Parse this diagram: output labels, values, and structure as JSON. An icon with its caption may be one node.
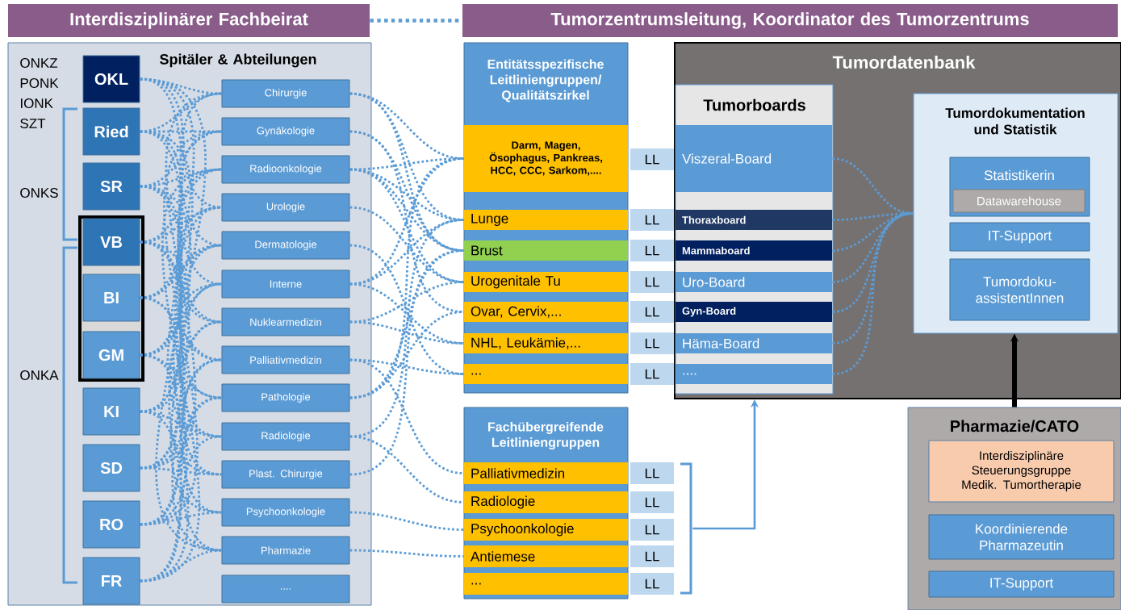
{
  "diagram": {
    "nodes": [
      {
        "text": [
          "Interdisziplinärer Fachbeirat"
        ]
      },
      {
        "text": [
          "Tumorzentrumsleitung, Koordinator des Tumorzentrums"
        ]
      },
      {
        "text": [
          "Spitäler & Abteilungen"
        ]
      },
      {
        "text": [
          "OKL"
        ],
        "in": 2
      },
      {
        "text": [
          "Ried"
        ],
        "in": 2
      },
      {
        "text": [
          "SR"
        ],
        "in": 2
      },
      {
        "text": [],
        "shape": "box",
        "in": 2
      },
      {
        "text": [
          "VB"
        ],
        "in": 6
      },
      {
        "text": [
          "BI"
        ],
        "in": 6
      },
      {
        "text": [
          "GM"
        ],
        "in": 6
      },
      {
        "text": [
          "KI"
        ],
        "in": 2
      },
      {
        "text": [
          "SD"
        ],
        "in": 2
      },
      {
        "text": [
          "RO"
        ],
        "in": 2
      },
      {
        "text": [
          "FR"
        ],
        "in": 2
      },
      {
        "text": [
          "Chirurgie"
        ],
        "in": 2
      },
      {
        "text": [
          "Gynäkologie"
        ],
        "in": 2
      },
      {
        "text": [
          "Radioonkologie"
        ],
        "in": 2
      },
      {
        "text": [
          "Urologie"
        ],
        "in": 2
      },
      {
        "text": [
          "Dermatologie"
        ],
        "in": 2
      },
      {
        "text": [
          "Interne"
        ],
        "in": 2
      },
      {
        "text": [
          "Nuklearmedizin"
        ],
        "in": 2
      },
      {
        "text": [
          "Palliativmedizin"
        ],
        "in": 2
      },
      {
        "text": [
          "Pathologie"
        ],
        "in": 2
      },
      {
        "text": [
          "Radiologie"
        ],
        "in": 2
      },
      {
        "text": [
          "Plast. Chirurgie"
        ],
        "in": 2
      },
      {
        "text": [
          "Psychoonkologie"
        ],
        "in": 2
      },
      {
        "text": [
          "Pharmazie"
        ],
        "in": 2
      },
      {
        "text": [
          "...."
        ],
        "in": 2
      },
      {
        "text": [
          "Entitätsspezifische Leitliniengruppen/ Qualitätszirkel"
        ]
      },
      {
        "text": [
          "Darm, Magen, Ösophagus, Pankreas, HCC, CCC, Sarkom,...."
        ],
        "in": 28
      },
      {
        "text": [
          "Lunge"
        ],
        "in": 28
      },
      {
        "text": [
          "Brust"
        ],
        "in": 28
      },
      {
        "text": [
          "Urogenitale Tu"
        ],
        "in": 28
      },
      {
        "text": [
          "Ovar, Cervix,..."
        ],
        "in": 28
      },
      {
        "text": [
          "NHL, Leukämie,..."
        ],
        "in": 28
      },
      {
        "text": [
          "..."
        ],
        "in": 28
      },
      {
        "text": [
          "LL"
        ]
      },
      {
        "text": [
          "LL"
        ]
      },
      {
        "text": [
          "LL"
        ]
      },
      {
        "text": [
          "LL"
        ]
      },
      {
        "text": [
          "LL"
        ]
      },
      {
        "text": [
          "LL"
        ]
      },
      {
        "text": [
          "LL"
        ]
      },
      {
        "text": [
          "Tumordatenbank"
        ]
      },
      {
        "text": [
          "Tumorboards"
        ],
        "in": 43
      },
      {
        "text": [
          "Viszeral-Board"
        ],
        "in": 44
      },
      {
        "text": [
          "Thoraxboard"
        ],
        "in": 44
      },
      {
        "text": [
          "Mammaboard"
        ],
        "in": 44
      },
      {
        "text": [
          "Uro-Board"
        ],
        "in": 44
      },
      {
        "text": [
          "Gyn-Board"
        ],
        "in": 44
      },
      {
        "text": [
          "Häma-Board"
        ],
        "in": 44
      },
      {
        "text": [
          "...."
        ],
        "in": 44
      },
      {
        "text": [
          "Tumordokumentation und Statistik"
        ],
        "in": 43
      },
      {
        "text": [
          "Statistikerin"
        ],
        "in": 52
      },
      {
        "text": [
          "Datawarehouse"
        ],
        "in": 53
      },
      {
        "text": [
          "IT-Support"
        ],
        "in": 52
      },
      {
        "text": [
          "Tumordoku- assistentInnen"
        ],
        "in": 52
      },
      {
        "text": [
          "Fachübergreifende Leitliniengruppen"
        ]
      },
      {
        "text": [
          "Palliativmedizin"
        ],
        "in": 57
      },
      {
        "text": [
          "Radiologie"
        ],
        "in": 57
      },
      {
        "text": [
          "Psychoonkologie"
        ],
        "in": 57
      },
      {
        "text": [
          "Antiemese"
        ],
        "in": 57
      },
      {
        "text": [
          "..."
        ],
        "in": 57
      },
      {
        "text": [
          "LL"
        ]
      },
      {
        "text": [
          "LL"
        ]
      },
      {
        "text": [
          "LL"
        ]
      },
      {
        "text": [
          "LL"
        ]
      },
      {
        "text": [
          "LL"
        ]
      },
      {
        "text": [],
        "shape": "bracket"
      },
      {
        "text": [
          "Pharmazie/CATO"
        ]
      },
      {
        "text": [
          "Interdisziplinäre Steuerungsgruppe Medik. Tumortherapie"
        ],
        "in": 69
      },
      {
        "text": [
          "Koordinierende Pharmazeutin"
        ],
        "in": 69
      },
      {
        "text": [
          "IT-Support"
        ],
        "in": 69
      }
    ],
    "edges": [
      {
        "from": 0,
        "to": 1,
        "arrow": "none",
        "style": "dashed"
      },
      {
        "from": 3,
        "to": 14,
        "arrow": "none",
        "style": "dashed"
      },
      {
        "from": 3,
        "to": 17,
        "arrow": "none",
        "style": "dashed"
      },
      {
        "from": 3,
        "to": 20,
        "arrow": "none",
        "style": "dashed"
      },
      {
        "from": 3,
        "to": 23,
        "arrow": "none",
        "style": "dashed"
      },
      {
        "from": 3,
        "to": 26,
        "arrow": "none",
        "style": "dashed"
      },
      {
        "from": 4,
        "to": 14,
        "arrow": "none",
        "style": "dashed"
      },
      {
        "from": 4,
        "to": 15,
        "arrow": "none",
        "style": "dashed"
      },
      {
        "from": 4,
        "to": 18,
        "arrow": "none",
        "style": "dashed"
      },
      {
        "from": 4,
        "to": 21,
        "arrow": "none",
        "style": "dashed"
      },
      {
        "from": 4,
        "to": 24,
        "arrow": "none",
        "style": "dashed"
      },
      {
        "from": 5,
        "to": 15,
        "arrow": "none",
        "style": "dashed"
      },
      {
        "from": 5,
        "to": 16,
        "arrow": "none",
        "style": "dashed"
      },
      {
        "from": 5,
        "to": 19,
        "arrow": "none",
        "style": "dashed"
      },
      {
        "from": 5,
        "to": 22,
        "arrow": "none",
        "style": "dashed"
      },
      {
        "from": 5,
        "to": 25,
        "arrow": "none",
        "style": "dashed"
      },
      {
        "from": 7,
        "to": 16,
        "arrow": "none",
        "style": "dashed"
      },
      {
        "from": 7,
        "to": 17,
        "arrow": "none",
        "style": "dashed"
      },
      {
        "from": 7,
        "to": 20,
        "arrow": "none",
        "style": "dashed"
      },
      {
        "from": 7,
        "to": 23,
        "arrow": "none",
        "style": "dashed"
      },
      {
        "from": 7,
        "to": 26,
        "arrow": "none",
        "style": "dashed"
      },
      {
        "from": 8,
        "to": 14,
        "arrow": "none",
        "style": "dashed"
      },
      {
        "from": 8,
        "to": 17,
        "arrow": "none",
        "style": "dashed"
      },
      {
        "from": 8,
        "to": 18,
        "arrow": "none",
        "style": "dashed"
      },
      {
        "from": 8,
        "to": 21,
        "arrow": "none",
        "style": "dashed"
      },
      {
        "from": 8,
        "to": 24,
        "arrow": "none",
        "style": "dashed"
      },
      {
        "from": 9,
        "to": 15,
        "arrow": "none",
        "style": "dashed"
      },
      {
        "from": 9,
        "to": 18,
        "arrow": "none",
        "style": "dashed"
      },
      {
        "from": 9,
        "to": 19,
        "arrow": "none",
        "style": "dashed"
      },
      {
        "from": 9,
        "to": 22,
        "arrow": "none",
        "style": "dashed"
      },
      {
        "from": 9,
        "to": 25,
        "arrow": "none",
        "style": "dashed"
      },
      {
        "from": 10,
        "to": 16,
        "arrow": "none",
        "style": "dashed"
      },
      {
        "from": 10,
        "to": 19,
        "arrow": "none",
        "style": "dashed"
      },
      {
        "from": 10,
        "to": 20,
        "arrow": "none",
        "style": "dashed"
      },
      {
        "from": 10,
        "to": 23,
        "arrow": "none",
        "style": "dashed"
      },
      {
        "from": 10,
        "to": 26,
        "arrow": "none",
        "style": "dashed"
      },
      {
        "from": 11,
        "to": 14,
        "arrow": "none",
        "style": "dashed"
      },
      {
        "from": 11,
        "to": 17,
        "arrow": "none",
        "style": "dashed"
      },
      {
        "from": 11,
        "to": 20,
        "arrow": "none",
        "style": "dashed"
      },
      {
        "from": 11,
        "to": 21,
        "arrow": "none",
        "style": "dashed"
      },
      {
        "from": 11,
        "to": 24,
        "arrow": "none",
        "style": "dashed"
      },
      {
        "from": 12,
        "to": 15,
        "arrow": "none",
        "style": "dashed"
      },
      {
        "from": 12,
        "to": 18,
        "arrow": "none",
        "style": "dashed"
      },
      {
        "from": 12,
        "to": 21,
        "arrow": "none",
        "style": "dashed"
      },
      {
        "from": 12,
        "to": 22,
        "arrow": "none",
        "style": "dashed"
      },
      {
        "from": 12,
        "to": 25,
        "arrow": "none",
        "style": "dashed"
      },
      {
        "from": 13,
        "to": 16,
        "arrow": "none",
        "style": "dashed"
      },
      {
        "from": 13,
        "to": 19,
        "arrow": "none",
        "style": "dashed"
      },
      {
        "from": 13,
        "to": 22,
        "arrow": "none",
        "style": "dashed"
      },
      {
        "from": 13,
        "to": 23,
        "arrow": "none",
        "style": "dashed"
      },
      {
        "from": 13,
        "to": 26,
        "arrow": "none",
        "style": "dashed"
      },
      {
        "from": 14,
        "to": 29,
        "arrow": "none",
        "style": "dashed"
      },
      {
        "from": 14,
        "to": 30,
        "arrow": "none",
        "style": "dashed"
      },
      {
        "from": 14,
        "to": 31,
        "arrow": "none",
        "style": "dashed"
      },
      {
        "from": 15,
        "to": 31,
        "arrow": "none",
        "style": "dashed"
      },
      {
        "from": 15,
        "to": 33,
        "arrow": "none",
        "style": "dashed"
      },
      {
        "from": 16,
        "to": 29,
        "arrow": "none",
        "style": "dashed"
      },
      {
        "from": 16,
        "to": 30,
        "arrow": "none",
        "style": "dashed"
      },
      {
        "from": 16,
        "to": 31,
        "arrow": "none",
        "style": "dashed"
      },
      {
        "from": 16,
        "to": 32,
        "arrow": "none",
        "style": "dashed"
      },
      {
        "from": 17,
        "to": 32,
        "arrow": "none",
        "style": "dashed"
      },
      {
        "from": 18,
        "to": 35,
        "arrow": "none",
        "style": "dashed"
      },
      {
        "from": 19,
        "to": 29,
        "arrow": "none",
        "style": "dashed"
      },
      {
        "from": 19,
        "to": 30,
        "arrow": "none",
        "style": "dashed"
      },
      {
        "from": 19,
        "to": 34,
        "arrow": "none",
        "style": "dashed"
      },
      {
        "from": 20,
        "to": 32,
        "arrow": "none",
        "style": "dashed"
      },
      {
        "from": 20,
        "to": 34,
        "arrow": "none",
        "style": "dashed"
      },
      {
        "from": 21,
        "to": 58,
        "arrow": "none",
        "style": "dashed"
      },
      {
        "from": 21,
        "to": 35,
        "arrow": "none",
        "style": "dashed"
      },
      {
        "from": 22,
        "to": 29,
        "arrow": "none",
        "style": "dashed"
      },
      {
        "from": 22,
        "to": 31,
        "arrow": "none",
        "style": "dashed"
      },
      {
        "from": 22,
        "to": 33,
        "arrow": "none",
        "style": "dashed"
      },
      {
        "from": 23,
        "to": 59,
        "arrow": "none",
        "style": "dashed"
      },
      {
        "from": 23,
        "to": 30,
        "arrow": "none",
        "style": "dashed"
      },
      {
        "from": 24,
        "to": 31,
        "arrow": "none",
        "style": "dashed"
      },
      {
        "from": 25,
        "to": 60,
        "arrow": "none",
        "style": "dashed"
      },
      {
        "from": 26,
        "to": 61,
        "arrow": "none",
        "style": "dashed"
      },
      {
        "from": 45,
        "to": 52,
        "arrow": "none",
        "style": "dashed"
      },
      {
        "from": 46,
        "to": 52,
        "arrow": "none",
        "style": "dashed"
      },
      {
        "from": 47,
        "to": 52,
        "arrow": "none",
        "style": "dashed"
      },
      {
        "from": 48,
        "to": 52,
        "arrow": "none",
        "style": "dashed"
      },
      {
        "from": 49,
        "to": 52,
        "arrow": "none",
        "style": "dashed"
      },
      {
        "from": 50,
        "to": 52,
        "arrow": "none",
        "style": "dashed"
      },
      {
        "from": 51,
        "to": 52,
        "arrow": "none",
        "style": "dashed"
      },
      {
        "from": 68,
        "to": 43,
        "arrow": "to"
      },
      {
        "from": 69,
        "to": 52,
        "arrow": "to",
        "style": "thick",
        "color": "#000000"
      }
    ],
    "labels": [
      "ONKZ",
      "PONK",
      "IONK",
      "SZT",
      "ONKS",
      "ONKA"
    ]
  }
}
